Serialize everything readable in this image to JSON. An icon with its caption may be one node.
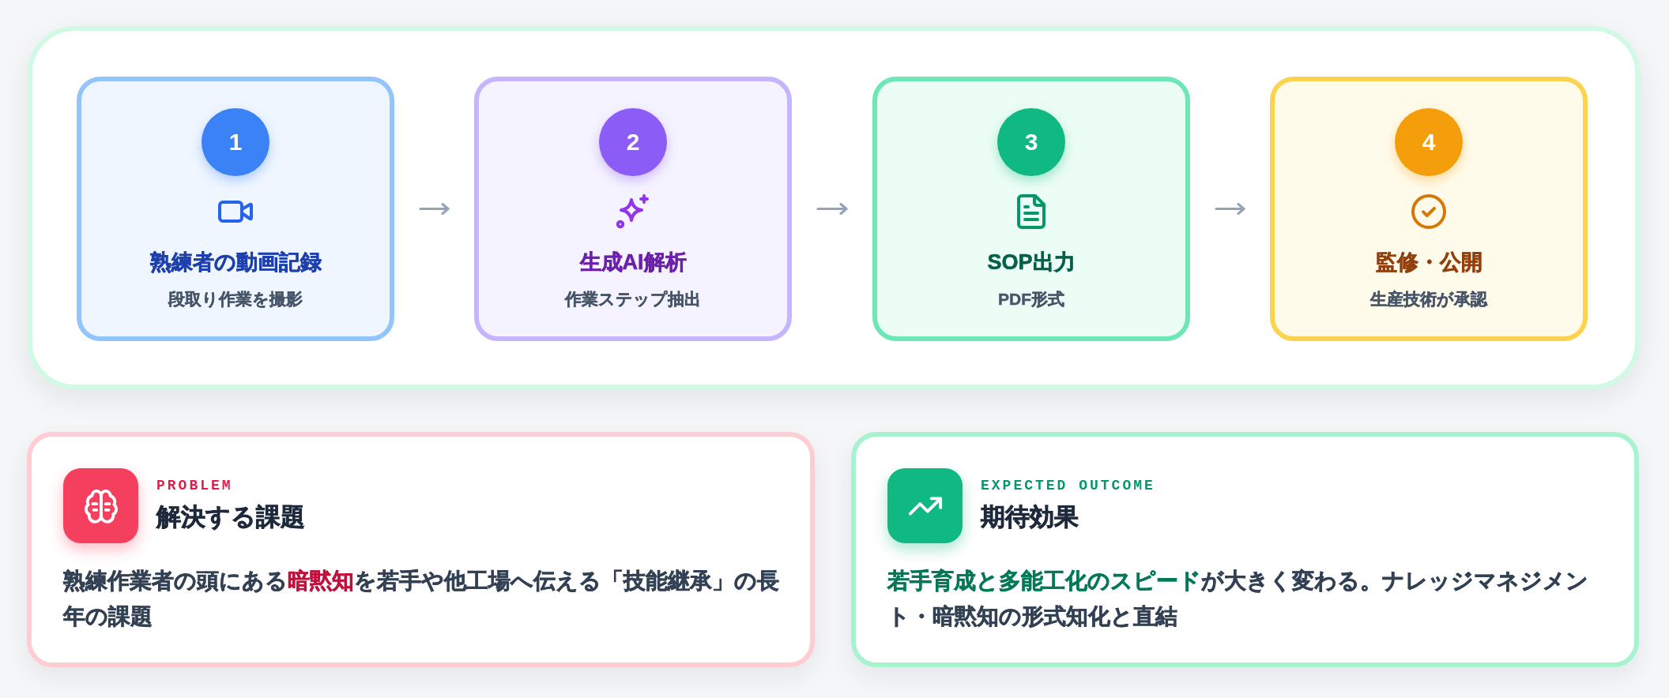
{
  "diagram": {
    "nodes": [
      {
        "text": [],
        "shape": "box"
      },
      {
        "text": [
          "熟練者の動画記録",
          "段取り作業を撮影"
        ],
        "in": 0
      },
      {
        "text": [
          "1"
        ],
        "in": 1
      },
      {
        "text": [
          "生成AI解析",
          "作業ステップ抽出"
        ],
        "in": 0
      },
      {
        "text": [
          "2"
        ],
        "in": 3
      },
      {
        "text": [
          "SOP出力",
          "PDF形式"
        ],
        "in": 0
      },
      {
        "text": [
          "3"
        ],
        "in": 5
      },
      {
        "text": [
          "監修・公開",
          "生産技術が承認"
        ],
        "in": 0
      },
      {
        "text": [
          "4"
        ],
        "in": 7
      },
      {
        "text": [
          "PROBLEM",
          "解決する課題",
          "熟練作業者の頭にある**暗黙知**を若手や他工場へ伝える「技能継承」の長年の課題"
        ]
      },
      {
        "text": [
          "EXPECTED OUTCOME",
          "期待効果",
          "**若手育成と多能工化のスピード**が大きく変わる。ナレッジマネジメント・暗黙知の形式知化と直結"
        ]
      }
    ],
    "edges": [
      {
        "from": 1,
        "to": 3,
        "arrow": "to"
      },
      {
        "from": 3,
        "to": 5,
        "arrow": "to"
      },
      {
        "from": 5,
        "to": 7,
        "arrow": "to"
      }
    ]
  }
}
